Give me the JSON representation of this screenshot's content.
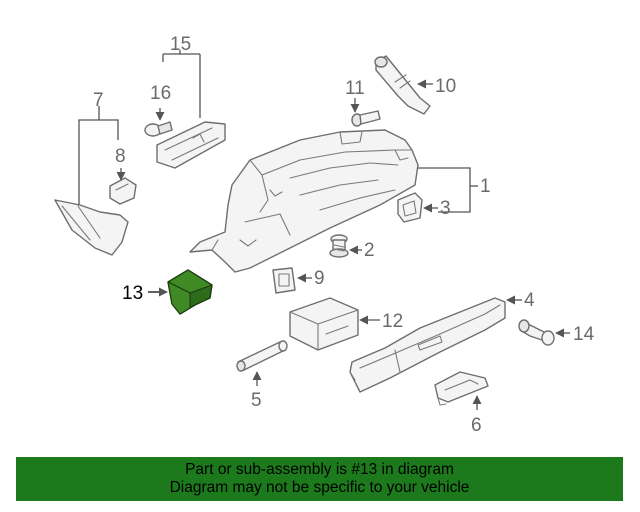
{
  "callouts": {
    "c1": "1",
    "c2": "2",
    "c3": "3",
    "c4": "4",
    "c5": "5",
    "c6": "6",
    "c7": "7",
    "c8": "8",
    "c9": "9",
    "c10": "10",
    "c11": "11",
    "c12": "12",
    "c13": "13",
    "c14": "14",
    "c15": "15",
    "c16": "16"
  },
  "highlighted_part": "13",
  "colors": {
    "highlight_part": "#2e6b1a",
    "banner_bg": "#1c7a1c",
    "outline": "#6e6e6e"
  },
  "banner": {
    "line1": "Part or sub-assembly is #13 in diagram",
    "line2": "Diagram may not be specific to your vehicle"
  }
}
